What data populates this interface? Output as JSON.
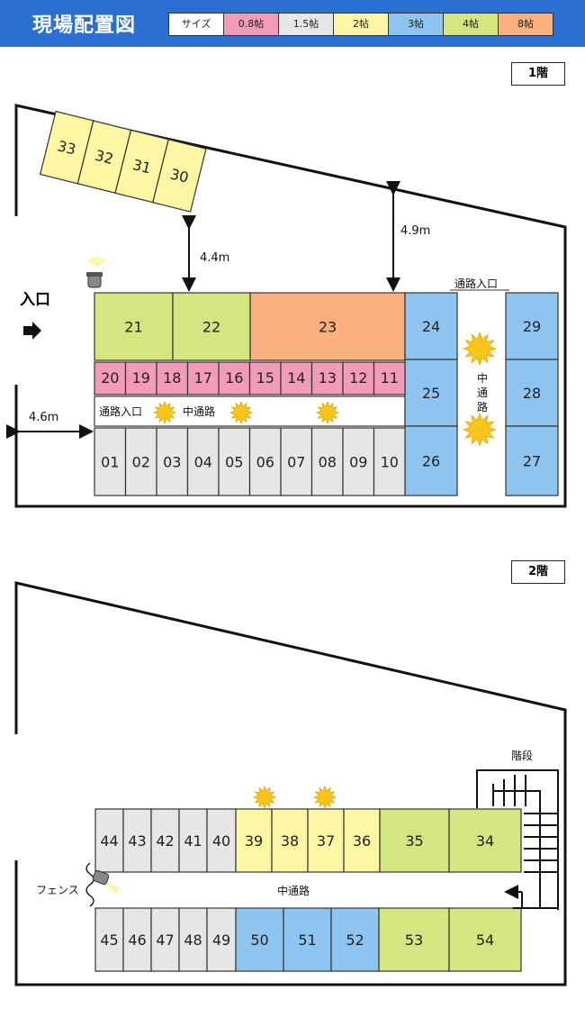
{
  "title": "現場配置図",
  "legend": [
    {
      "label": "サイズ",
      "color": "#ffffff"
    },
    {
      "label": "0.8帖",
      "color": "#f29bb7"
    },
    {
      "label": "1.5帖",
      "color": "#e6e6e6"
    },
    {
      "label": "2帖",
      "color": "#fdf6a3"
    },
    {
      "label": "3帖",
      "color": "#8ec5f0"
    },
    {
      "label": "4帖",
      "color": "#d3e67f"
    },
    {
      "label": "8帖",
      "color": "#fcb07f"
    }
  ],
  "floor1": {
    "label": "1階",
    "entrance": "入口",
    "aisle_entrance": "通路入口",
    "aisle": "中通路",
    "side_aisle_entrance": "通路入口",
    "side_aisle": "中通路",
    "dims": {
      "d1": "4.4m",
      "d2": "4.9m",
      "d3": "4.6m"
    },
    "units": [
      {
        "id": "33",
        "size": "2帖"
      },
      {
        "id": "32",
        "size": "2帖"
      },
      {
        "id": "31",
        "size": "2帖"
      },
      {
        "id": "30",
        "size": "2帖"
      },
      {
        "id": "21",
        "size": "4帖"
      },
      {
        "id": "22",
        "size": "4帖"
      },
      {
        "id": "23",
        "size": "8帖"
      },
      {
        "id": "24",
        "size": "3帖"
      },
      {
        "id": "25",
        "size": "3帖"
      },
      {
        "id": "26",
        "size": "3帖"
      },
      {
        "id": "29",
        "size": "3帖"
      },
      {
        "id": "28",
        "size": "3帖"
      },
      {
        "id": "27",
        "size": "3帖"
      },
      {
        "id": "20",
        "size": "0.8帖"
      },
      {
        "id": "19",
        "size": "0.8帖"
      },
      {
        "id": "18",
        "size": "0.8帖"
      },
      {
        "id": "17",
        "size": "0.8帖"
      },
      {
        "id": "16",
        "size": "0.8帖"
      },
      {
        "id": "15",
        "size": "0.8帖"
      },
      {
        "id": "14",
        "size": "0.8帖"
      },
      {
        "id": "13",
        "size": "0.8帖"
      },
      {
        "id": "12",
        "size": "0.8帖"
      },
      {
        "id": "11",
        "size": "0.8帖"
      },
      {
        "id": "01",
        "size": "1.5帖"
      },
      {
        "id": "02",
        "size": "1.5帖"
      },
      {
        "id": "03",
        "size": "1.5帖"
      },
      {
        "id": "04",
        "size": "1.5帖"
      },
      {
        "id": "05",
        "size": "1.5帖"
      },
      {
        "id": "06",
        "size": "1.5帖"
      },
      {
        "id": "07",
        "size": "1.5帖"
      },
      {
        "id": "08",
        "size": "1.5帖"
      },
      {
        "id": "09",
        "size": "1.5帖"
      },
      {
        "id": "10",
        "size": "1.5帖"
      }
    ]
  },
  "floor2": {
    "label": "2階",
    "stairs": "階段",
    "fence": "フェンス",
    "aisle": "中通路",
    "units": [
      {
        "id": "44",
        "size": "1.5帖"
      },
      {
        "id": "43",
        "size": "1.5帖"
      },
      {
        "id": "42",
        "size": "1.5帖"
      },
      {
        "id": "41",
        "size": "1.5帖"
      },
      {
        "id": "40",
        "size": "1.5帖"
      },
      {
        "id": "39",
        "size": "2帖"
      },
      {
        "id": "38",
        "size": "2帖"
      },
      {
        "id": "37",
        "size": "2帖"
      },
      {
        "id": "36",
        "size": "2帖"
      },
      {
        "id": "35",
        "size": "4帖"
      },
      {
        "id": "34",
        "size": "4帖"
      },
      {
        "id": "45",
        "size": "1.5帖"
      },
      {
        "id": "46",
        "size": "1.5帖"
      },
      {
        "id": "47",
        "size": "1.5帖"
      },
      {
        "id": "48",
        "size": "1.5帖"
      },
      {
        "id": "49",
        "size": "1.5帖"
      },
      {
        "id": "50",
        "size": "3帖"
      },
      {
        "id": "51",
        "size": "3帖"
      },
      {
        "id": "52",
        "size": "3帖"
      },
      {
        "id": "53",
        "size": "4帖"
      },
      {
        "id": "54",
        "size": "4帖"
      }
    ]
  }
}
